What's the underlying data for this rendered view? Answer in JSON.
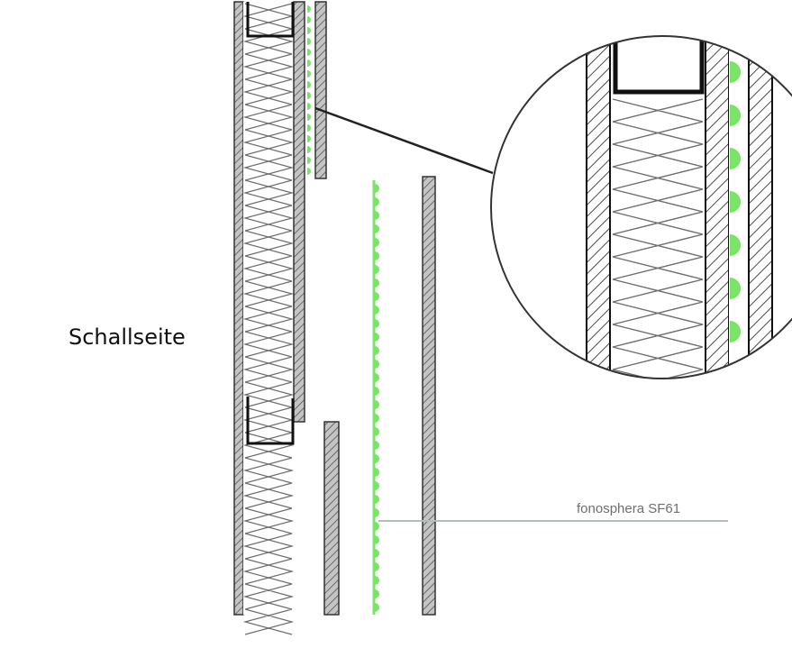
{
  "labels": {
    "side": "Schallseite",
    "product": "fonosphera SF61"
  },
  "colors": {
    "acoustic_layer": "#7be36a",
    "board_fill": "#b9b9b9",
    "outline": "#222222",
    "leader_line": "#b5bcbf",
    "insulation_stroke": "#6e6e6e"
  },
  "icons": {
    "insulation": "zigzag-wool-pattern",
    "board": "hatched-gypsum-board"
  }
}
